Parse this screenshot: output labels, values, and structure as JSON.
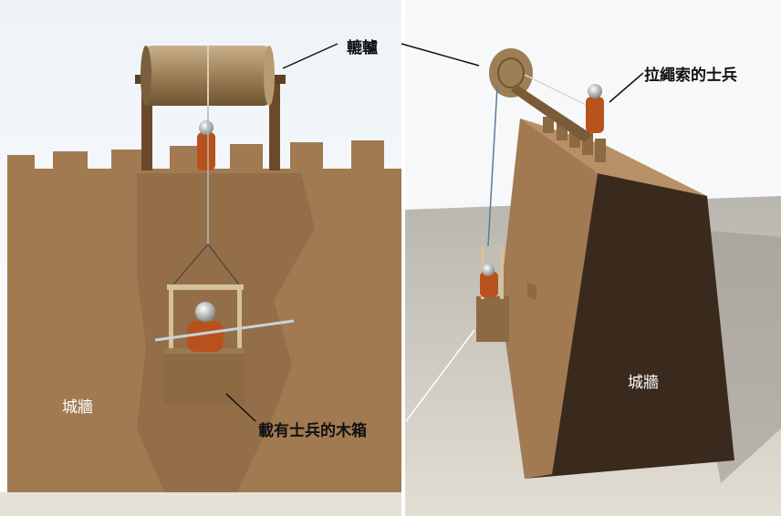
{
  "labels": {
    "windlass": "轆轤",
    "rope_soldier": "拉繩索的士兵",
    "wooden_box": "載有士兵的木箱",
    "wall_left": "城牆",
    "wall_right": "城牆"
  },
  "colors": {
    "wall": "#a17a52",
    "wall_shadow": "#8d6a46",
    "wall_dark": "#3a2a1d",
    "sky": "#f4f7fa",
    "ground": "#d9d6cf",
    "soldier_orange": "#b8521d",
    "drum": "#9c7f55",
    "box": "#8b6a44"
  }
}
